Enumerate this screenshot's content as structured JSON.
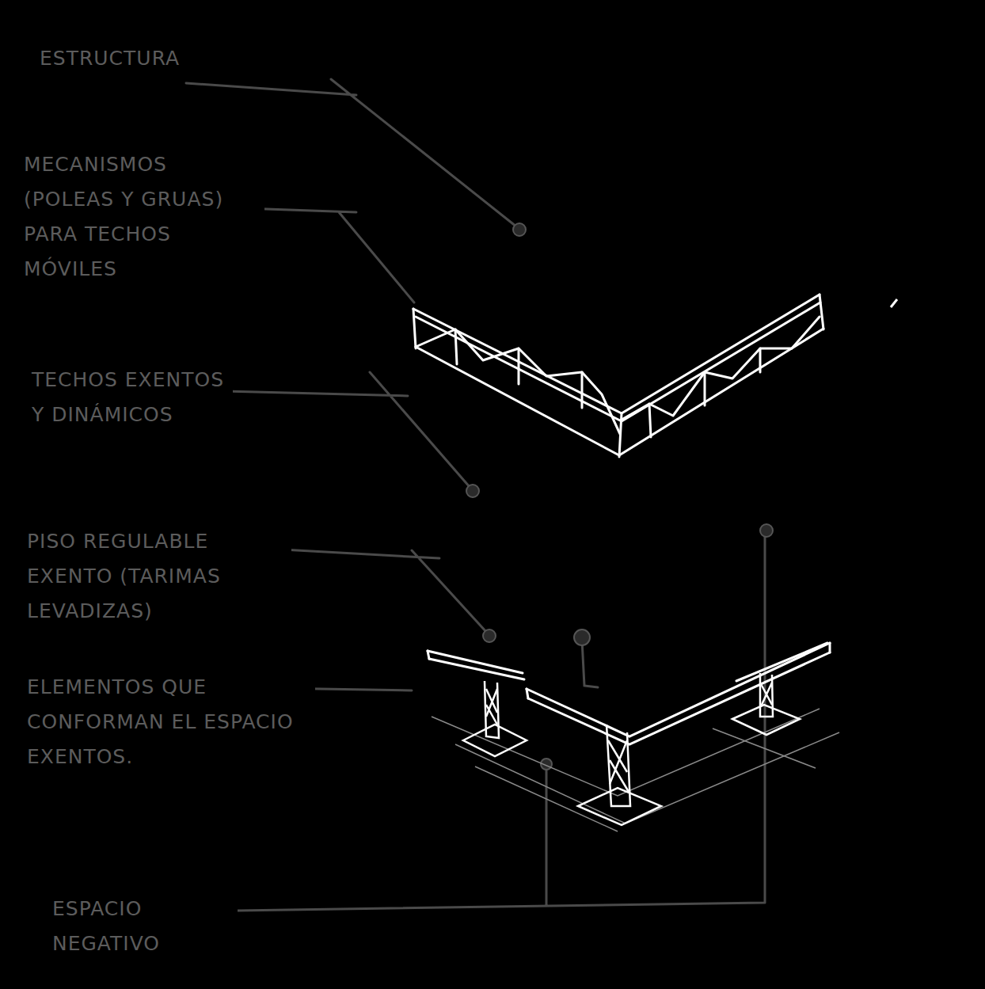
{
  "diagram": {
    "labels": [
      "ESTRUCTURA",
      "MECANISMOS (POLEAS Y GRUAS) PARA TECHOS MÓVILES",
      "TECHOS EXENTOS Y DINÁMICOS",
      "PISO REGULABLE EXENTO (TARIMAS LEVADIZAS)",
      "ELEMENTOS QUE CONFORMAN EL ESPACIO EXENTOS.",
      "ESPACIO NEGATIVO"
    ]
  }
}
